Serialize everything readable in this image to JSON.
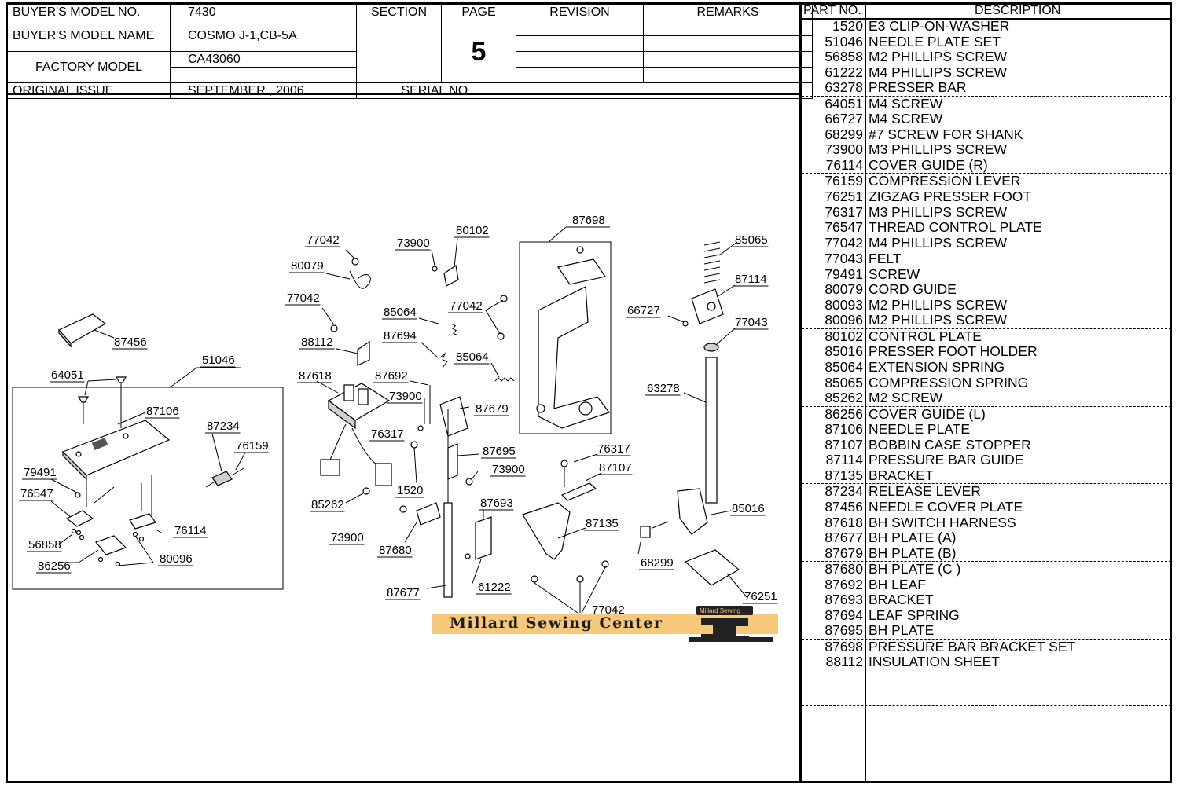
{
  "header": {
    "buyers_model_no_label": "BUYER'S MODEL NO.",
    "buyers_model_no": "7430",
    "buyers_model_name_label": "BUYER'S MODEL NAME",
    "buyers_model_name": "COSMO J-1,CB-5A",
    "factory_model_label": "FACTORY MODEL",
    "factory_model": "CA43060",
    "original_issue_label": "ORIGINAL ISSUE",
    "original_issue": "SEPTEMBER , 2006",
    "section_label": "SECTION",
    "page_label": "PAGE",
    "page_number": "5",
    "revision_label": "REVISION",
    "remarks_label": "REMARKS",
    "serial_no_label": "SERIAL NO."
  },
  "parts_table": {
    "part_no_header": "PART NO.",
    "description_header": "DESCRIPTION",
    "groups": [
      [
        {
          "no": "1520",
          "desc": "E3 CLIP-ON-WASHER"
        },
        {
          "no": "51046",
          "desc": "NEEDLE PLATE SET"
        },
        {
          "no": "56858",
          "desc": "M2 PHILLIPS SCREW"
        },
        {
          "no": "61222",
          "desc": "M4 PHILLIPS SCREW"
        },
        {
          "no": "63278",
          "desc": "PRESSER BAR"
        }
      ],
      [
        {
          "no": "64051",
          "desc": "M4 SCREW"
        },
        {
          "no": "66727",
          "desc": "M4 SCREW"
        },
        {
          "no": "68299",
          "desc": "#7 SCREW FOR SHANK"
        },
        {
          "no": "73900",
          "desc": "M3 PHILLIPS SCREW"
        },
        {
          "no": "76114",
          "desc": "COVER GUIDE (R)"
        }
      ],
      [
        {
          "no": "76159",
          "desc": "COMPRESSION LEVER"
        },
        {
          "no": "76251",
          "desc": "ZIGZAG PRESSER FOOT"
        },
        {
          "no": "76317",
          "desc": "M3 PHILLIPS SCREW"
        },
        {
          "no": "76547",
          "desc": "THREAD CONTROL PLATE"
        },
        {
          "no": "77042",
          "desc": "M4 PHILLIPS SCREW"
        }
      ],
      [
        {
          "no": "77043",
          "desc": "FELT"
        },
        {
          "no": "79491",
          "desc": "SCREW"
        },
        {
          "no": "80079",
          "desc": "CORD GUIDE"
        },
        {
          "no": "80093",
          "desc": "M2 PHILLIPS SCREW"
        },
        {
          "no": "80096",
          "desc": "M2 PHILLIPS SCREW"
        }
      ],
      [
        {
          "no": "80102",
          "desc": "CONTROL PLATE"
        },
        {
          "no": "85016",
          "desc": "PRESSER FOOT HOLDER"
        },
        {
          "no": "85064",
          "desc": "EXTENSION SPRING"
        },
        {
          "no": "85065",
          "desc": "COMPRESSION SPRING"
        },
        {
          "no": "85262",
          "desc": "M2 SCREW"
        }
      ],
      [
        {
          "no": "86256",
          "desc": "COVER GUIDE (L)"
        },
        {
          "no": "87106",
          "desc": "NEEDLE PLATE"
        },
        {
          "no": "87107",
          "desc": "BOBBIN CASE STOPPER"
        },
        {
          "no": "87114",
          "desc": "PRESSURE BAR GUIDE"
        },
        {
          "no": "87135",
          "desc": "BRACKET"
        }
      ],
      [
        {
          "no": "87234",
          "desc": "RELEASE LEVER"
        },
        {
          "no": "87456",
          "desc": "NEEDLE COVER PLATE"
        },
        {
          "no": "87618",
          "desc": "BH SWITCH HARNESS"
        },
        {
          "no": "87677",
          "desc": "BH PLATE (A)"
        },
        {
          "no": "87679",
          "desc": "BH PLATE (B)"
        }
      ],
      [
        {
          "no": "87680",
          "desc": "BH  PLATE (C )"
        },
        {
          "no": "87692",
          "desc": "BH LEAF"
        },
        {
          "no": "87693",
          "desc": "BRACKET"
        },
        {
          "no": "87694",
          "desc": "LEAF SPRING"
        },
        {
          "no": "87695",
          "desc": "BH PLATE"
        }
      ],
      [
        {
          "no": "87698",
          "desc": "PRESSURE BAR BRACKET SET"
        },
        {
          "no": "88112",
          "desc": "INSULATION SHEET"
        }
      ]
    ]
  },
  "diagram_labels": [
    "77042",
    "73900",
    "80102",
    "87698",
    "80079",
    "77042",
    "85065",
    "85064",
    "77042",
    "87114",
    "66727",
    "77043",
    "87456",
    "88112",
    "87694",
    "85064",
    "51046",
    "64051",
    "87618",
    "87692",
    "73900",
    "87679",
    "63278",
    "87106",
    "87234",
    "76317",
    "76159",
    "87695",
    "76317",
    "79491",
    "73900",
    "87107",
    "76547",
    "1520",
    "85262",
    "87693",
    "85016",
    "76114",
    "87135",
    "56858",
    "80096",
    "73900",
    "87680",
    "68299",
    "86256",
    "61222",
    "87677",
    "76251",
    "77042"
  ],
  "watermark": {
    "text": "Millard Sewing Center",
    "badge_text": "Millard Sewing"
  }
}
